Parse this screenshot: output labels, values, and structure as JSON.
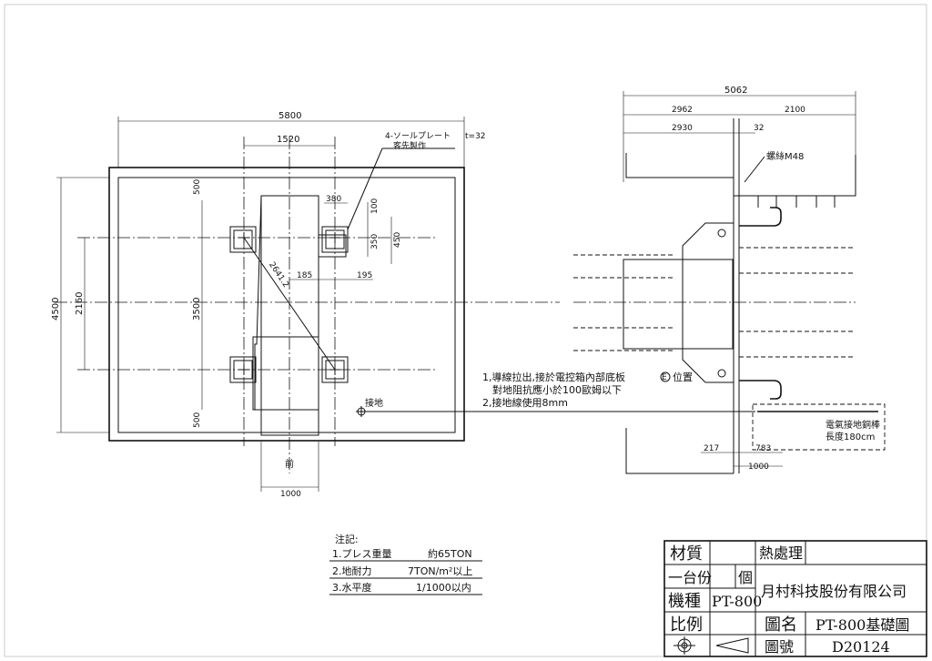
{
  "plan_view": {
    "dim_overall_width": "5800",
    "dim_top_inner": "1520",
    "dim_overall_height": "4500",
    "dim_left_inner": "2160",
    "dim_center_height": "3500",
    "dim_top_offset": "500",
    "dim_bottom_offset": "500",
    "dim_pad_width": "380",
    "dim_pad_100": "100",
    "dim_pad_350": "350",
    "dim_pad_450": "450",
    "dim_185": "185",
    "dim_195": "195",
    "dim_diagonal": "2641.2",
    "dim_bottom_width": "1000",
    "sole_plate_note": "4-ソールプレート",
    "sole_plate_note_2": "客先製作",
    "plate_thickness": "t=32",
    "grounding_label": "接地",
    "front_label": "前"
  },
  "side_view": {
    "dim_total": "5062",
    "dim_2962": "2962",
    "dim_2100": "2100",
    "dim_2930": "2930",
    "dim_32": "32",
    "bolt_label": "螺絲M48",
    "dim_217": "217",
    "dim_783": "783",
    "dim_1000": "1000",
    "ground_rod_label": "電氣接地銅棒",
    "ground_rod_length": "長度180cm"
  },
  "instructions": {
    "line1": "1,導線拉出,接於電控箱內部底板",
    "line1_symbol": "E",
    "line1_tail": "位置",
    "line2": "對地阻抗應小於100歐姆以下",
    "line3": "2,接地線使用8mm"
  },
  "notes": {
    "title": "注記:",
    "rows": [
      {
        "item": "1.プレス重量",
        "value": "約65TON"
      },
      {
        "item": "2.地耐力",
        "value": "7TON/m²以上"
      },
      {
        "item": "3.水平度",
        "value": "1/1000以内"
      }
    ]
  },
  "title_block": {
    "material_label": "材質",
    "material_value": "",
    "heat_treatment_label": "熱處理",
    "quantity_label": "一台份",
    "quantity_unit": "個",
    "model_label": "機種",
    "model_value": "PT-800",
    "company": "月村科技股份有限公司",
    "scale_label": "比例",
    "drawing_name_label": "圖名",
    "drawing_name_value": "PT-800基礎圖",
    "drawing_no_label": "圖號",
    "drawing_no_value": "D20124"
  }
}
